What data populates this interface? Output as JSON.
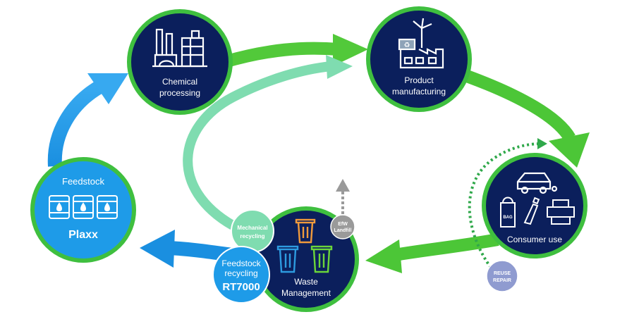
{
  "nodes": {
    "chemical_processing": {
      "line1": "Chemical",
      "line2": "processing"
    },
    "product_manufacturing": {
      "line1": "Product",
      "line2": "manufacturing"
    },
    "consumer_use": {
      "label": "Consumer use",
      "bag_text": "BAG"
    },
    "waste_management": {
      "line1": "Waste",
      "line2": "Management"
    },
    "feedstock": {
      "title": "Feedstock",
      "brand": "Plaxx"
    }
  },
  "sub_nodes": {
    "mechanical_recycling": {
      "line1": "Mechanical",
      "line2": "recycling"
    },
    "feedstock_recycling": {
      "line1": "Feedstock",
      "line2": "recycling",
      "brand": "RT7000"
    },
    "efw_landfill": {
      "line1": "EfW",
      "line2": "Landfill"
    },
    "reuse_repair": {
      "line1": "REUSE",
      "line2": "REPAIR"
    }
  },
  "colors": {
    "navy": "#0b1f5c",
    "green": "#3fbf3f",
    "light_green": "#7fdcb0",
    "blue": "#1e9be8",
    "light_blue": "#3aa8ec",
    "gray_bubble": "#9a9a9a",
    "lavender": "#8f9bd0"
  }
}
